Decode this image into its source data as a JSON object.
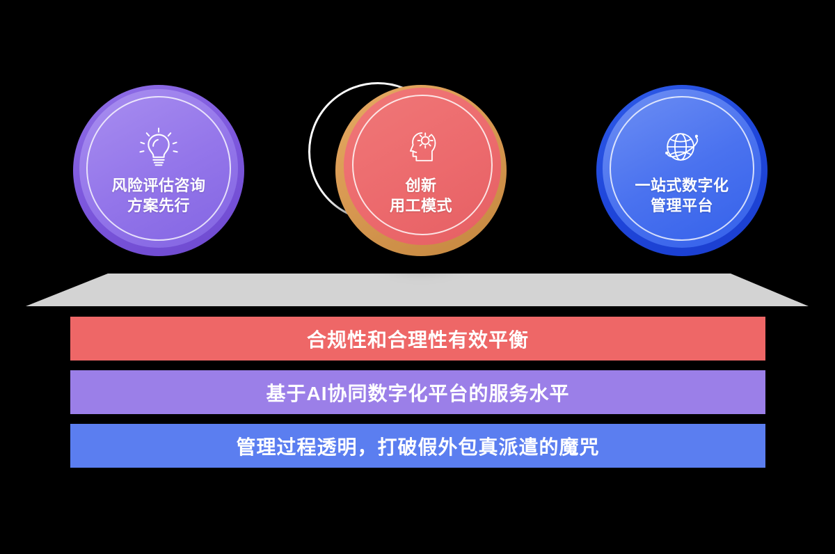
{
  "background_color": "#000000",
  "nodes": [
    {
      "id": "risk-assessment",
      "icon": "lightbulb-icon",
      "label": "风险评估咨询\n方案先行",
      "color": "#9476ea",
      "rim_color": "#7d58dd"
    },
    {
      "id": "innovative-employment",
      "icon": "brain-gear-icon",
      "label": "创新\n用工模式",
      "color": "#ec6a6d",
      "rim_color": "#d99a53"
    },
    {
      "id": "digital-platform",
      "icon": "globe-orbit-icon",
      "label": "一站式数字化\n管理平台",
      "color": "#4a72ef",
      "rim_color": "#1f46da"
    }
  ],
  "platform": {
    "name": "base-platform",
    "color": "#d3d3d3"
  },
  "bars": [
    {
      "id": "bar-compliance",
      "text": "合规性和合理性有效平衡",
      "color": "#ee6767"
    },
    {
      "id": "bar-ai-service",
      "text": "基于AI协同数字化平台的服务水平",
      "color": "#9b7fe8"
    },
    {
      "id": "bar-transparency",
      "text": "管理过程透明，打破假外包真派遣的魔咒",
      "color": "#5b7ef0"
    }
  ]
}
